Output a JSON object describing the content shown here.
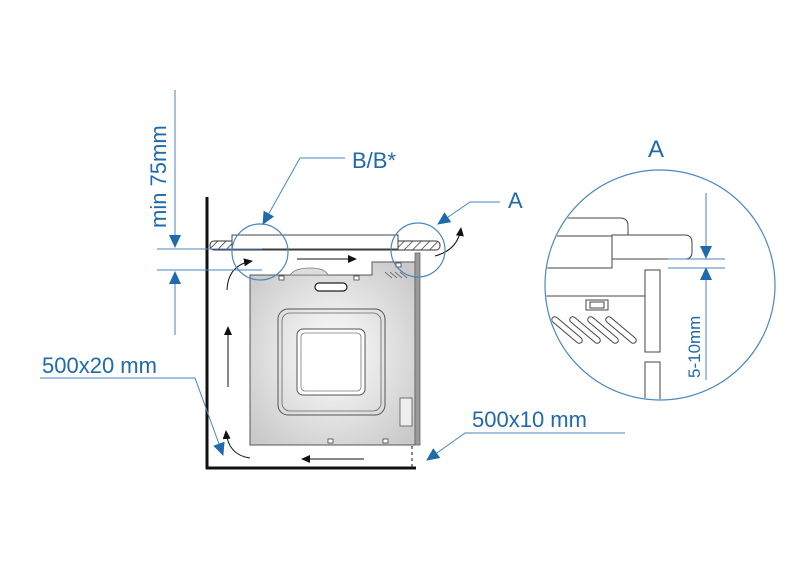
{
  "labels": {
    "min_gap": "min 75mm",
    "detail_b": "B/B*",
    "detail_a": "A",
    "bottom_left_vent": "500x20 mm",
    "bottom_right_vent": "500x10 mm",
    "detail_title": "A",
    "detail_gap": "5-10mm"
  },
  "colors": {
    "accent": "#1f69ad",
    "outline": "#111111",
    "appliance": "#d4d4d4"
  }
}
